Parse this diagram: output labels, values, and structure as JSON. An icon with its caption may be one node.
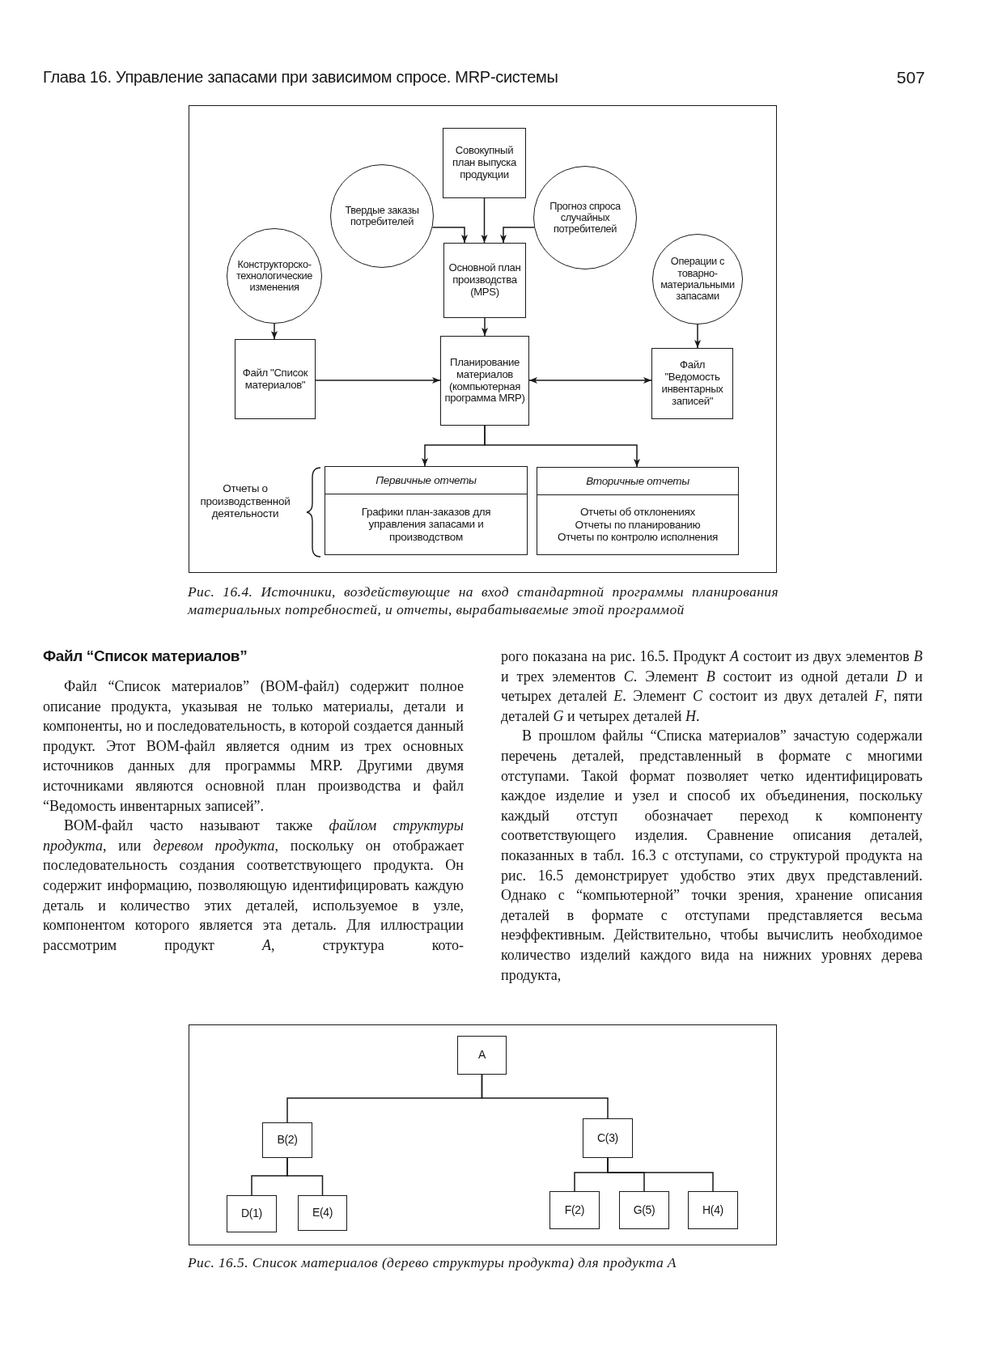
{
  "diagram": {
    "title": "Глава 16. Управление запасами при зависимом спросе. MRP-системы",
    "nodes": [
      {
        "text": [
          "Совокупный план выпуска продукции"
        ]
      },
      {
        "text": [
          "Твердые заказы потребителей"
        ]
      },
      {
        "text": [
          "Прогноз спроса случайных потребителей"
        ]
      },
      {
        "text": [
          "Конструкторско-технологические изменения"
        ]
      },
      {
        "text": [
          "Основной план производства (MPS)"
        ]
      },
      {
        "text": [
          "Операции с товарно-материальными запасами"
        ]
      },
      {
        "text": [
          "Файл \"Список материалов\""
        ]
      },
      {
        "text": [
          "Планирование материалов (компьютерная программа MRP)"
        ]
      },
      {
        "text": [
          "Файл \"Ведомость инвентарных записей\""
        ]
      },
      {
        "text": [
          "Первичные отчеты",
          "Графики план-заказов для управления запасами и производством"
        ]
      },
      {
        "text": [
          "Вторичные отчеты",
          "Отчеты об отклонениях",
          "Отчеты по планированию",
          "Отчеты по контролю исполнения"
        ]
      },
      {
        "text": [
          "A"
        ]
      },
      {
        "text": [
          "B(2)"
        ]
      },
      {
        "text": [
          "C(3)"
        ]
      },
      {
        "text": [
          "D(1)"
        ]
      },
      {
        "text": [
          "E(4)"
        ]
      },
      {
        "text": [
          "F(2)"
        ]
      },
      {
        "text": [
          "G(5)"
        ]
      },
      {
        "text": [
          "H(4)"
        ]
      }
    ],
    "edges": [
      {
        "from": 0,
        "to": 4,
        "arrow": "to"
      },
      {
        "from": 1,
        "to": 4,
        "arrow": "to"
      },
      {
        "from": 2,
        "to": 4,
        "arrow": "to"
      },
      {
        "from": 3,
        "to": 6,
        "arrow": "to"
      },
      {
        "from": 4,
        "to": 7,
        "arrow": "to"
      },
      {
        "from": 5,
        "to": 8,
        "arrow": "to"
      },
      {
        "from": 6,
        "to": 7,
        "arrow": "to"
      },
      {
        "from": 7,
        "to": 8,
        "arrow": "both"
      },
      {
        "from": 7,
        "to": 9,
        "arrow": "to"
      },
      {
        "from": 7,
        "to": 10,
        "arrow": "to"
      },
      {
        "from": 11,
        "to": 12,
        "arrow": "none"
      },
      {
        "from": 11,
        "to": 13,
        "arrow": "none"
      },
      {
        "from": 12,
        "to": 14,
        "arrow": "none"
      },
      {
        "from": 12,
        "to": 15,
        "arrow": "none"
      },
      {
        "from": 13,
        "to": 16,
        "arrow": "none"
      },
      {
        "from": 13,
        "to": 17,
        "arrow": "none"
      },
      {
        "from": 13,
        "to": 18,
        "arrow": "none"
      }
    ],
    "labels": [
      "507",
      "Отчеты о производственной деятельности",
      "Рис. 16.4. Источники, воздействующие на вход стандартной программы планирования материальных потребностей, и отчеты, вырабатываемые этой программой",
      "Файл “Список материалов”",
      "Файл “Список материалов” (BOM-файл) содержит полное описание продукта, указывая не только материалы, детали и компоненты, но и последовательность, в которой создается данный продукт. Этот BOM-файл является одним из трех основных источников данных для программы MRP. Другими двумя источниками являются основной план производства и файл “Ведомость инвентарных записей”.",
      "BOM-файл часто называют также *файлом структуры продукта*, или *деревом продукта*, поскольку он отображает последовательность создания соответствующего продукта. Он содержит информацию, позволяющую идентифицировать каждую деталь и количество этих деталей, используемое в узле, компонентом которого является эта деталь. Для иллюстрации рассмотрим продукт *A*, структура кото-",
      "рого показана на рис. 16.5. Продукт *A* состоит из двух элементов *B* и трех элементов *C*. Элемент *B* состоит из одной детали *D* и четырех деталей *E*. Элемент *C* состоит из двух деталей *F*, пяти деталей *G* и четырех деталей *H*.",
      "В прошлом файлы “Списка материалов” зачастую содержали перечень деталей, представленный в формате с многими отступами. Такой формат позволяет четко идентифицировать каждое изделие и узел и способ их объединения, поскольку каждый отступ обозначает переход к компоненту соответствующего изделия. Сравнение описания деталей, показанных в табл. 16.3 с отступами, со структурой продукта на рис. 16.5 демонстрирует удобство этих двух представлений. Однако с “компьютерной” точки зрения, хранение описания деталей в формате с отступами представляется весьма неэффективным. Действительно, чтобы вычислить необходимое количество изделий каждого вида на нижних уровнях дерева продукта,",
      "Рис. 16.5. Список материалов (дерево структуры продукта) для продукта A"
    ]
  }
}
